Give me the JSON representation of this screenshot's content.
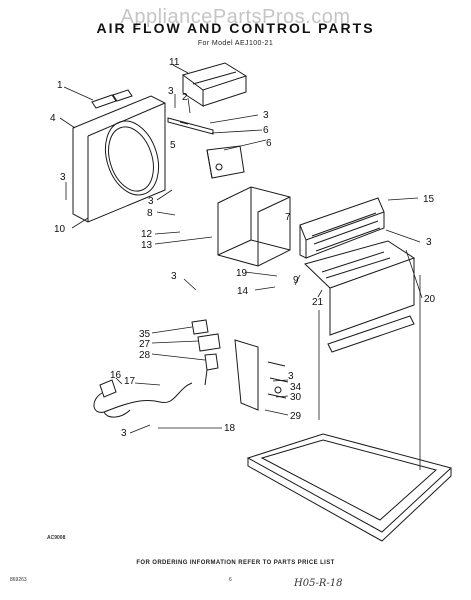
{
  "watermark": "AppliancePartsPros.com",
  "title": "AIR FLOW AND CONTROL PARTS",
  "subtitle": "For Model AEJ100-21",
  "ref_code": "AC9008",
  "footer": "FOR ORDERING INFORMATION REFER TO PARTS PRICE LIST",
  "doc_code": "869263",
  "page_number": "6",
  "handwritten_note": "H05-R-18",
  "callouts": [
    "1",
    "2",
    "3",
    "3",
    "3",
    "3",
    "3",
    "3",
    "3",
    "4",
    "5",
    "6",
    "7",
    "8",
    "9",
    "10",
    "11",
    "12",
    "13",
    "14",
    "15",
    "16",
    "17",
    "18",
    "19",
    "20",
    "21",
    "27",
    "28",
    "29",
    "30",
    "34",
    "35"
  ],
  "colors": {
    "ink": "#1a1a1a",
    "watermark": "#969696",
    "paper": "#ffffff"
  }
}
